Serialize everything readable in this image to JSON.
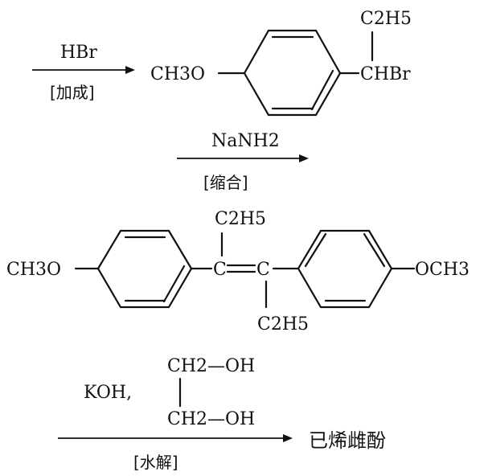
{
  "step1": {
    "reagent": "HBr",
    "condition": "[加成]",
    "product": {
      "left_group": "CH3O",
      "top_group": "C2H5",
      "right_group": "CHBr"
    }
  },
  "step2": {
    "reagent": "NaNH2",
    "condition": "[缩合]",
    "product": {
      "left_group": "CH3O",
      "right_group": "OCH3",
      "top_ethyl": "C2H5",
      "bottom_ethyl": "C2H5",
      "left_carbon": "C",
      "right_carbon": "C"
    }
  },
  "step3": {
    "reagent": "KOH,",
    "solvent_top": "CH2—OH",
    "solvent_bottom": "CH2—OH",
    "condition": "[水解]",
    "product_name": "已烯雌酚"
  }
}
